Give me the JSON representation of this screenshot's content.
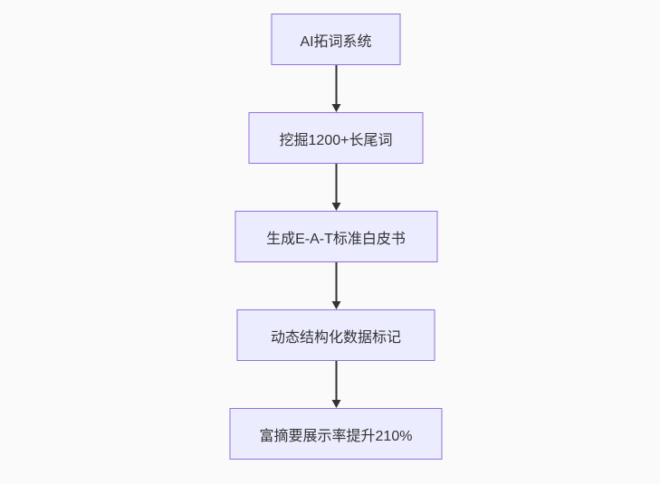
{
  "page": {
    "background_color": "#fafafa"
  },
  "flowchart": {
    "type": "flowchart",
    "direction": "top-down",
    "node_fill_color": "#ECECFF",
    "node_border_color": "#9370DB",
    "node_text_color": "#333333",
    "arrow_color": "#333333",
    "nodes": [
      {
        "label": "AI拓词系统"
      },
      {
        "label": "挖掘1200+长尾词"
      },
      {
        "label": "生成E-A-T标准白皮书"
      },
      {
        "label": "动态结构化数据标记"
      },
      {
        "label": "富摘要展示率提升210%"
      }
    ],
    "edges": [
      {
        "from": "AI拓词系统",
        "to": "挖掘1200+长尾词"
      },
      {
        "from": "挖掘1200+长尾词",
        "to": "生成E-A-T标准白皮书"
      },
      {
        "from": "生成E-A-T标准白皮书",
        "to": "动态结构化数据标记"
      },
      {
        "from": "动态结构化数据标记",
        "to": "富摘要展示率提升210%"
      }
    ]
  }
}
